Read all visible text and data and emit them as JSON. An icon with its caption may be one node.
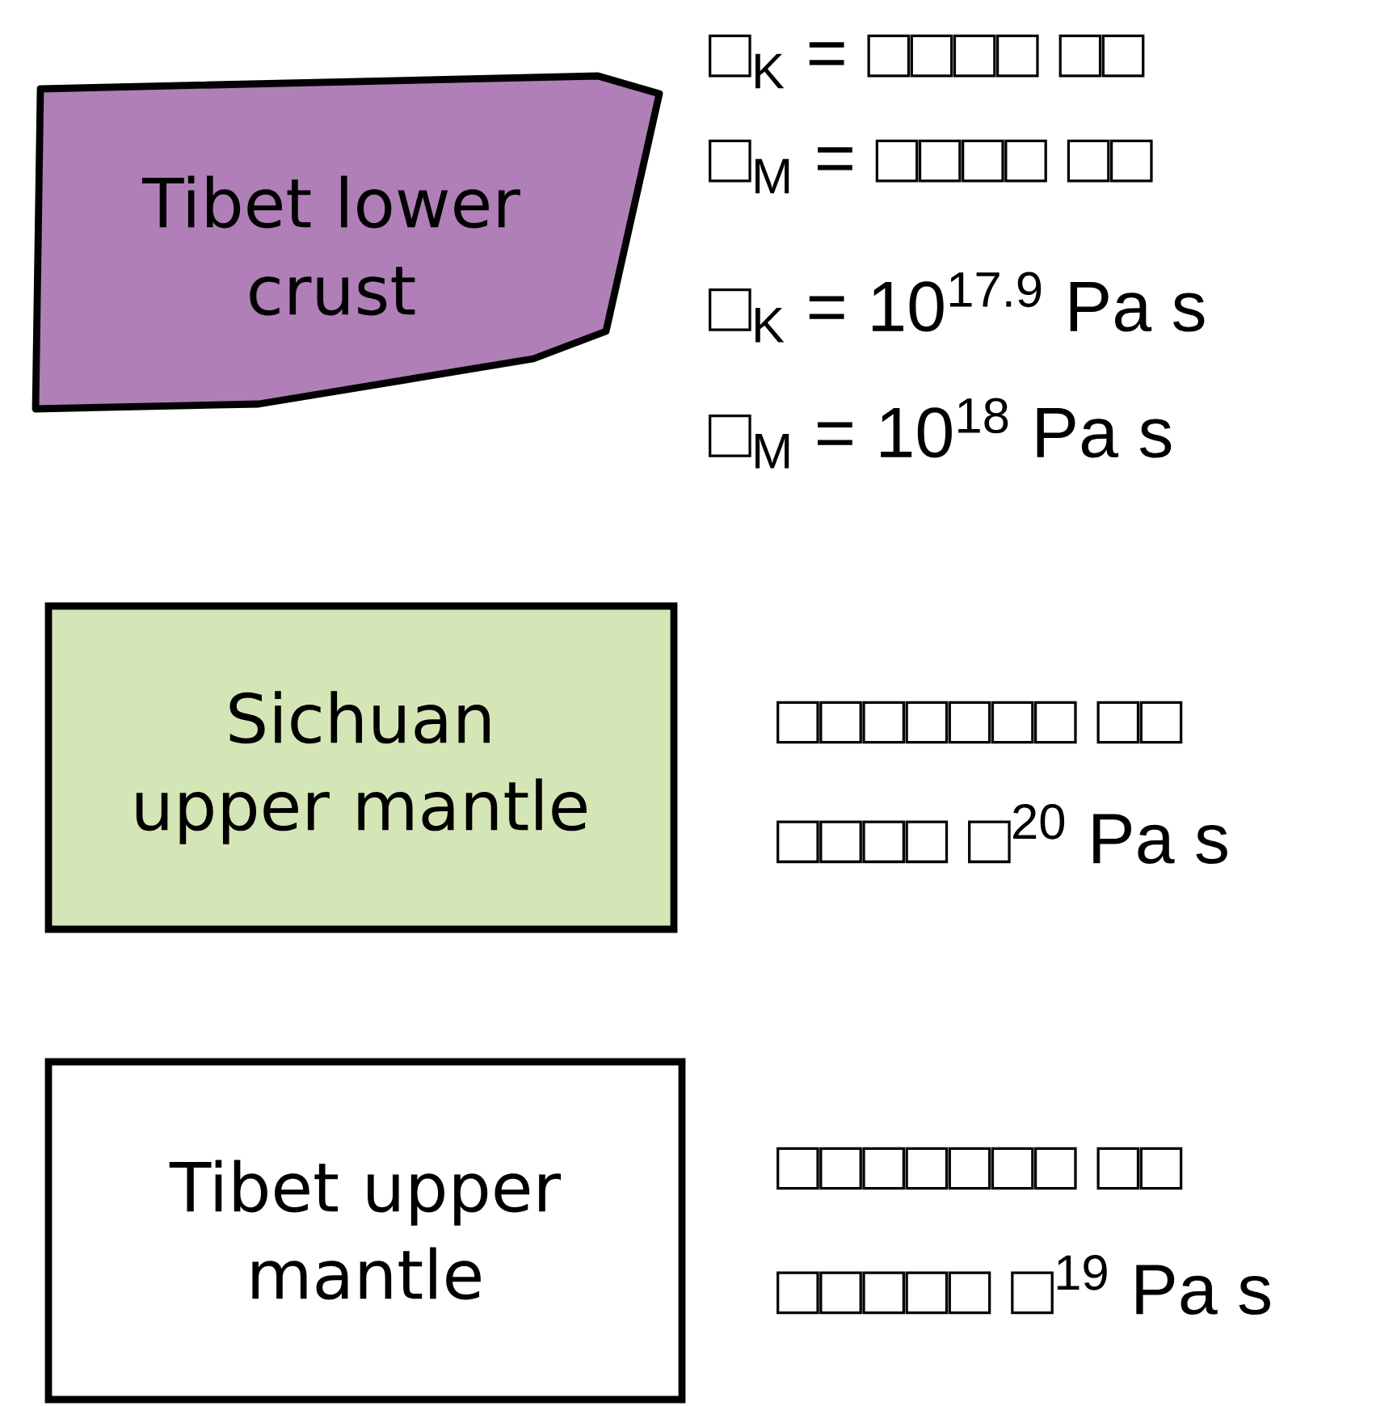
{
  "diagram": {
    "nodes": [
      {
        "text": [
          "Tibet lower crust"
        ]
      },
      {
        "text": [
          "Sichuan upper mantle"
        ]
      },
      {
        "text": [
          "Tibet upper mantle"
        ]
      }
    ],
    "labels": [
      "□$_{K}$ = □□□□ □□",
      "□$_{M}$ = □□□□ □□",
      "□$_{K}$ = 10$^{17.9}$ Pa s",
      "□$_{M}$ = 10$^{18}$ Pa s",
      "□□□□□□□ □□",
      "□□□□ □$^{20}$ Pa s",
      "□□□□□□□ □□",
      "□□□□□ □$^{19}$ Pa s"
    ]
  }
}
